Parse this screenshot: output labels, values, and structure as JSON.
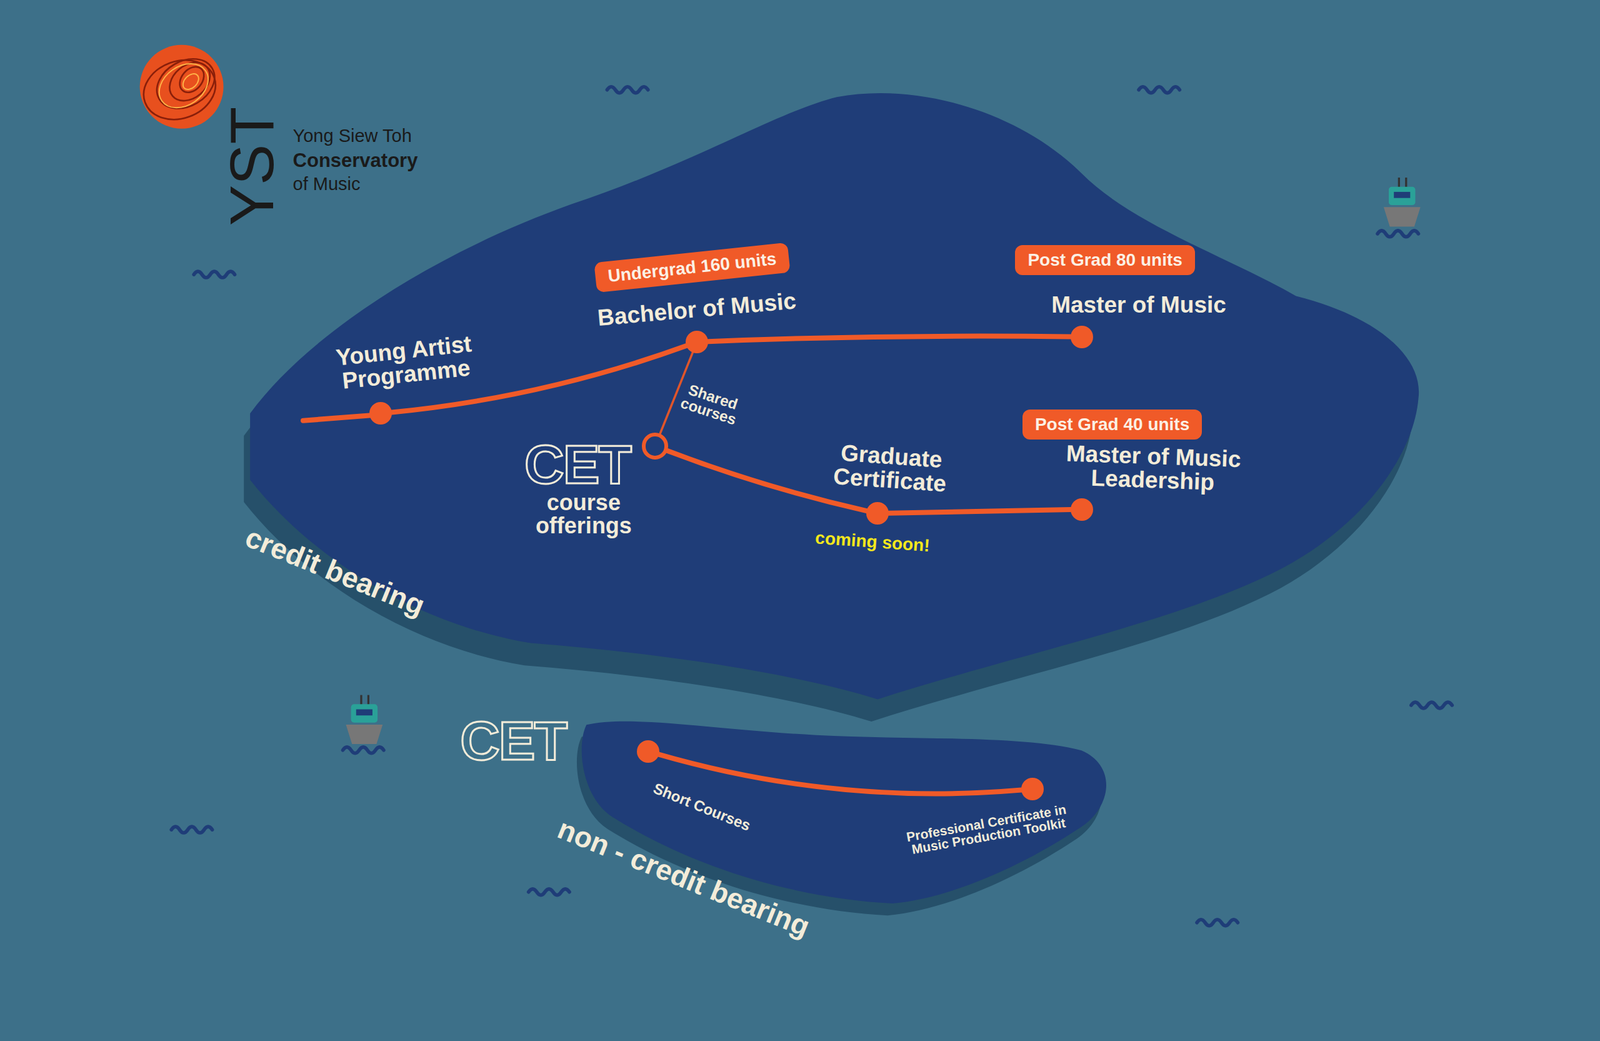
{
  "diagram": {
    "nodes": [
      {
        "text": [
          "credit bearing"
        ]
      },
      {
        "text": [
          "Young Artist Programme"
        ],
        "in": 0
      },
      {
        "text": [
          "Undergrad 160 units"
        ],
        "in": 0
      },
      {
        "text": [
          "Bachelor of Music"
        ],
        "in": 0
      },
      {
        "text": [
          "Post Grad 80 units"
        ],
        "in": 0
      },
      {
        "text": [
          "Master of Music"
        ],
        "in": 0
      },
      {
        "text": [
          "CET",
          "course offerings"
        ],
        "in": 0
      },
      {
        "text": [
          "Graduate Certificate",
          "coming soon!"
        ],
        "in": 0
      },
      {
        "text": [
          "Post Grad 40 units"
        ],
        "in": 0
      },
      {
        "text": [
          "Master of Music Leadership"
        ],
        "in": 0
      },
      {
        "text": [
          "CET",
          "non - credit bearing"
        ]
      },
      {
        "text": [
          "Short Courses"
        ],
        "in": 10
      },
      {
        "text": [
          "Professional Certificate in Music Production Toolkit"
        ],
        "in": 10
      }
    ],
    "edges": [
      {
        "from": 1,
        "to": 3,
        "arrow": "none"
      },
      {
        "from": 3,
        "to": 5,
        "arrow": "none"
      },
      {
        "from": 3,
        "to": 6,
        "label": "Shared courses",
        "arrow": "none"
      },
      {
        "from": 6,
        "to": 7,
        "arrow": "none"
      },
      {
        "from": 7,
        "to": 9,
        "arrow": "none"
      },
      {
        "from": 11,
        "to": 12,
        "arrow": "none"
      }
    ],
    "labels": [
      "YST",
      "Yong Siew Toh",
      "Conservatory",
      "of Music"
    ]
  }
}
